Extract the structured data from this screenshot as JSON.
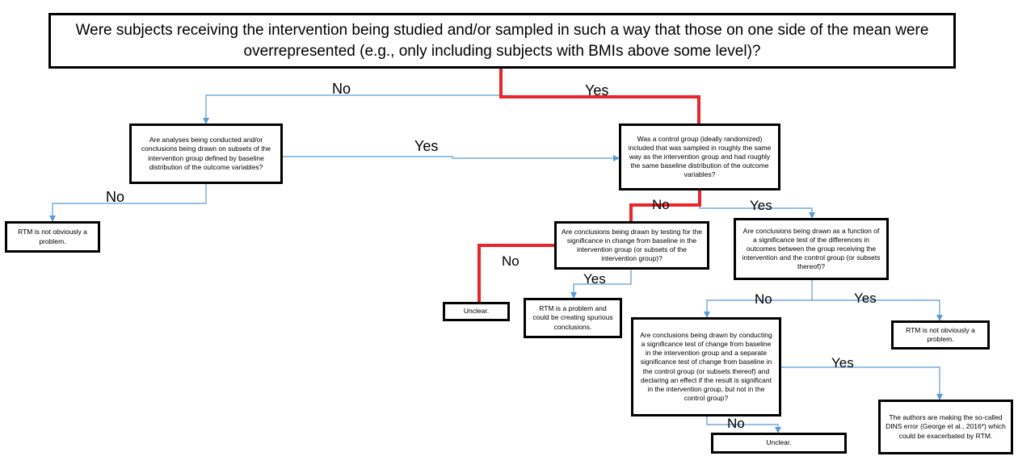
{
  "nodes": {
    "root_question": "Were subjects receiving the intervention being studied and/or sampled in such a way that those on one side of the mean were overrepresented (e.g., only including subjects with BMIs above some level)?",
    "subgroup_question": "Are analyses being conducted and/or conclusions being drawn on subsets of the intervention group defined by baseline distribution of the outcome variables?",
    "control_question": "Was a control group (ideally randomized) included that was sampled in roughly the same way as the intervention group and had roughly the same baseline distribution of the outcome variables?",
    "rtm_not_problem_left": "RTM is not obviously a problem.",
    "baseline_change_question": "Are conclusions being drawn by testing for the significance in change from baseline in the intervention group (or subsets of the intervention group)?",
    "between_group_question": "Are conclusions being drawn as a function of a significance test of the differences in outcomes between the group receiving the intervention and the control group (or subsets thereof)?",
    "unclear_left": "Unclear.",
    "rtm_problem": "RTM is a problem and could be creating spurious conclusions.",
    "dins_question": "Are conclusions being drawn by conducting a significance test of change from baseline in the intervention group and a separate significance test of change from baseline in the control group (or subsets thereof) and declaring an effect if the result is significant in the intervention group, but not in the control group?",
    "rtm_not_problem_right": "RTM is not obviously a problem.",
    "dins_error": "The authors are making the so-called DINS error (George et al., 2016*) which could be exacerbated by RTM.",
    "unclear_bottom": "Unclear."
  },
  "edge_labels": {
    "root_no": "No",
    "root_yes": "Yes",
    "subgroup_yes": "Yes",
    "subgroup_no": "No",
    "control_no": "No",
    "control_yes": "Yes",
    "baseline_no": "No",
    "baseline_yes": "Yes",
    "between_no": "No",
    "between_yes": "Yes",
    "dins_yes": "Yes",
    "dins_no": "No"
  },
  "colors": {
    "connector": "#5b9bd5",
    "highlight_path": "#e8262b",
    "box_border": "#000000"
  }
}
